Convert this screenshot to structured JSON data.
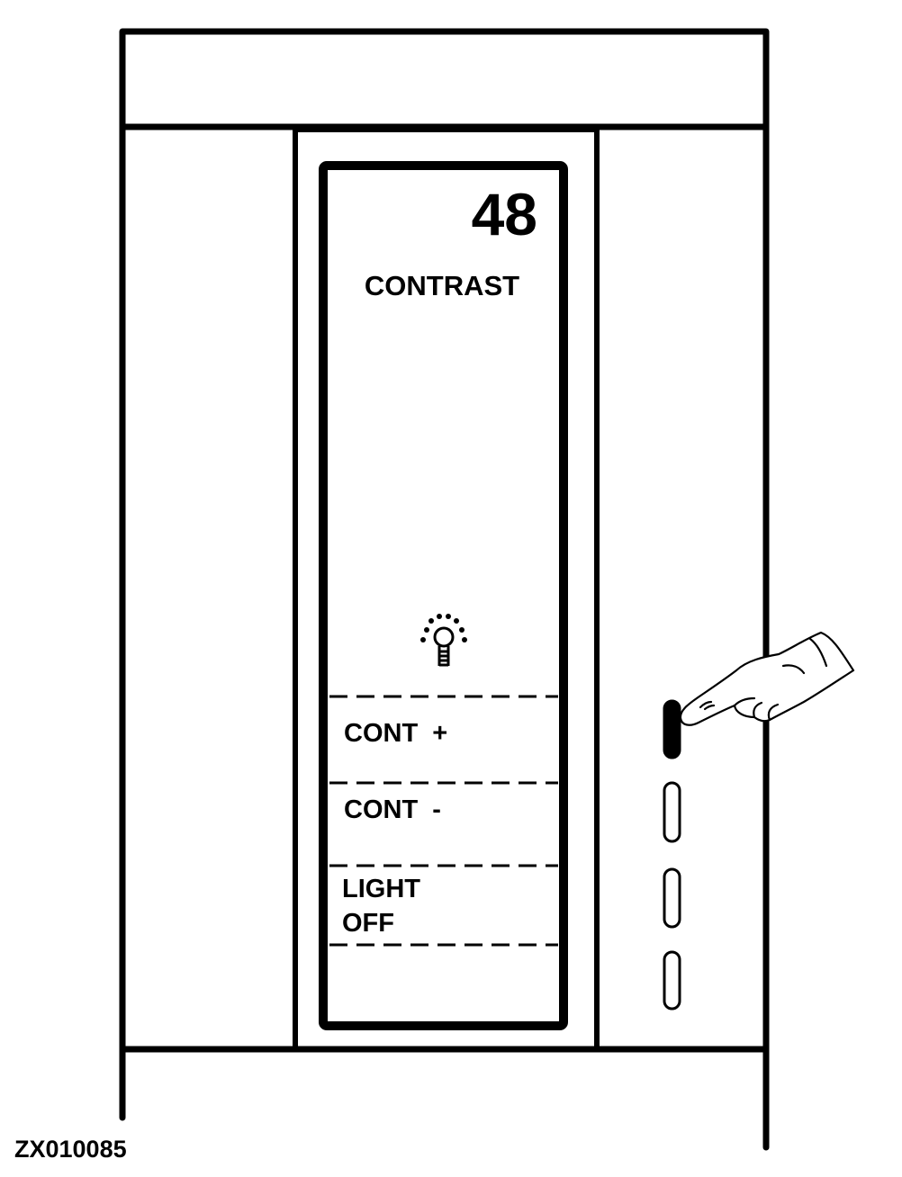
{
  "display": {
    "value": "48",
    "title": "CONTRAST",
    "menu": {
      "item_1": "CONT  +",
      "item_2": "CONT  -",
      "item_3_line_1": "LIGHT",
      "item_3_line_2": "OFF"
    }
  },
  "icons": {
    "backlight": "light-bulb-icon",
    "pointer": "pointing-hand-icon"
  },
  "buttons": {
    "pressed_index": 1,
    "count": 4
  },
  "figure_code": "ZX010085",
  "colors": {
    "ink": "#000000",
    "paper": "#ffffff"
  }
}
